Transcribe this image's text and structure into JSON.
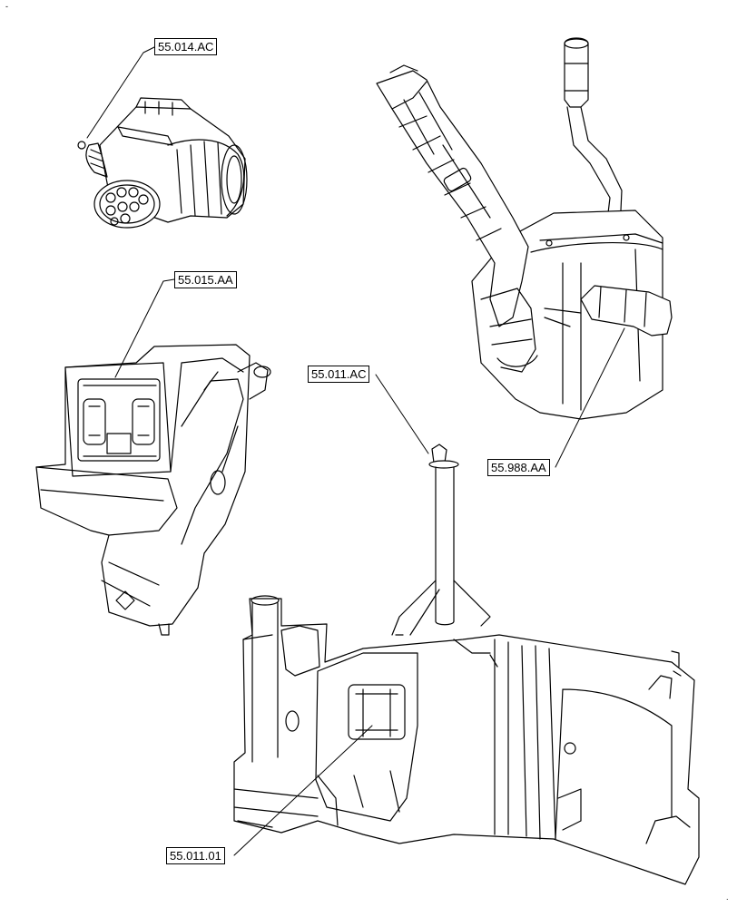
{
  "callouts": {
    "c1": "55.014.AC",
    "c2": "55.015.AA",
    "c3": "55.011.AC",
    "c4": "55.988.AA",
    "c5": "55.011.01"
  },
  "marks": {
    "top_left": "-",
    "bottom_right": "."
  }
}
